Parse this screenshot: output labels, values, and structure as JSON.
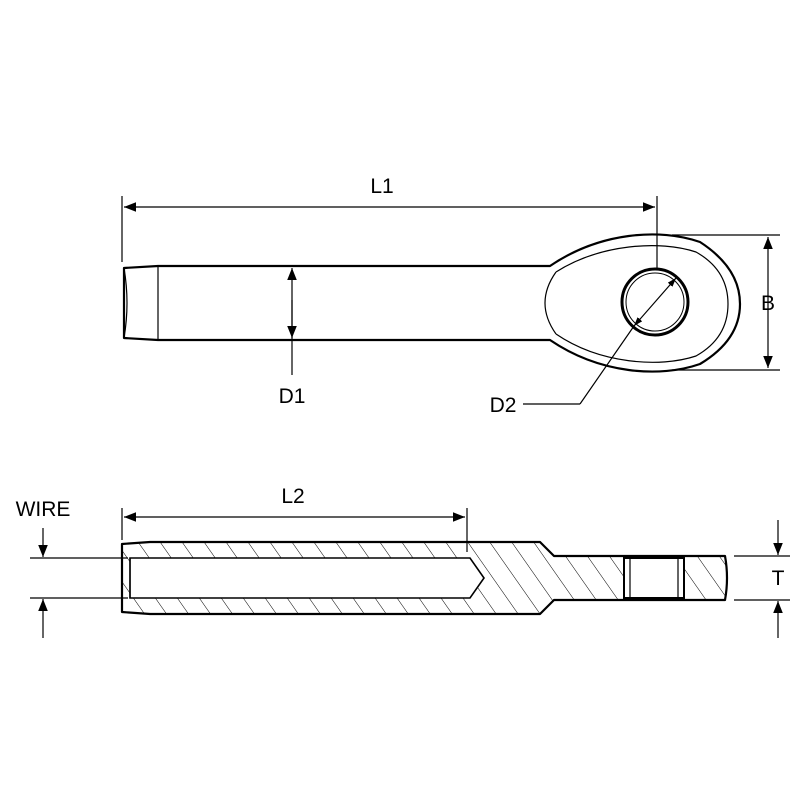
{
  "labels": {
    "l1": "L1",
    "d1": "D1",
    "d2": "D2",
    "b": "B",
    "wire": "WIRE",
    "l2": "L2",
    "t": "T"
  },
  "colors": {
    "line": "#000000",
    "background": "#ffffff"
  }
}
